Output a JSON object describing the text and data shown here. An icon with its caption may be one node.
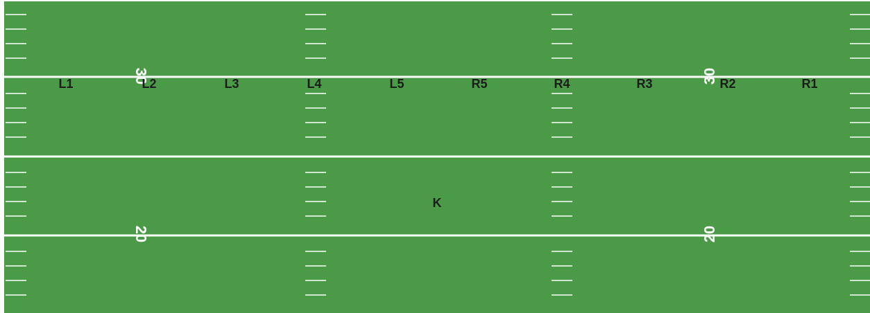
{
  "diagram": {
    "labels": [
      "30",
      "L1",
      "L2",
      "L3",
      "L4",
      "L5",
      "R5",
      "R4",
      "R3",
      "30",
      "R2",
      "R1",
      "K",
      "20",
      "20"
    ]
  }
}
